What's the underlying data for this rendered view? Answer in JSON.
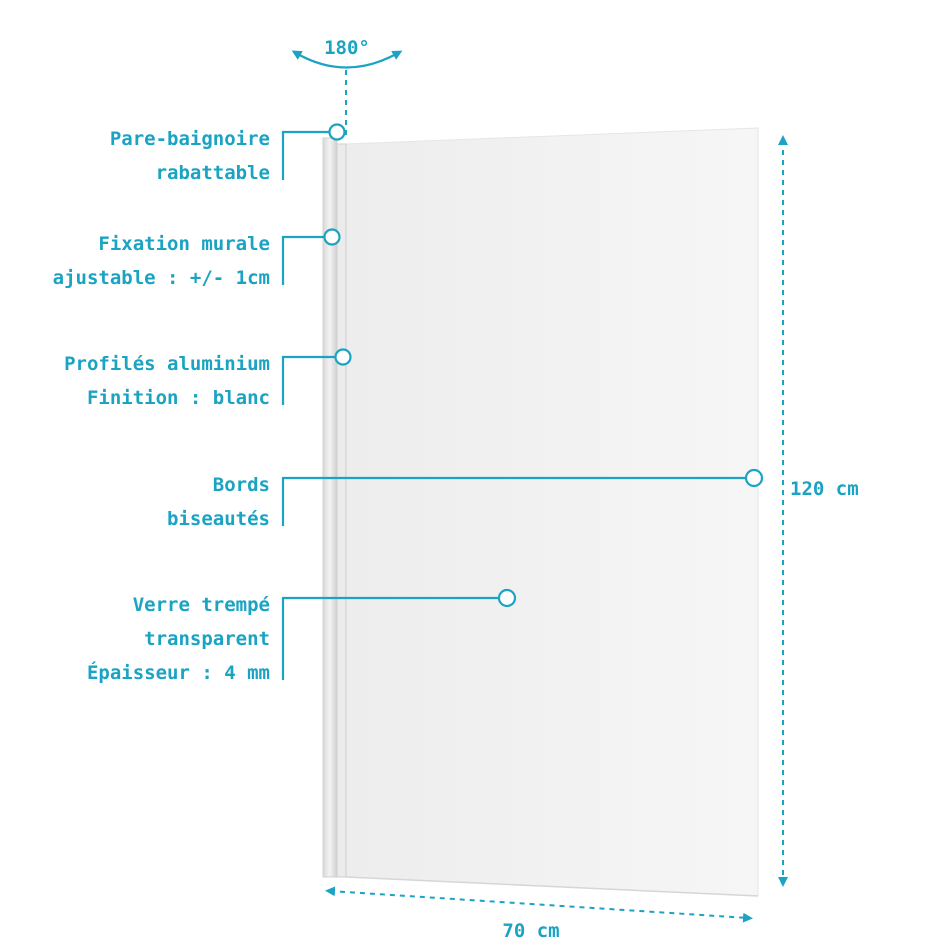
{
  "rotation": {
    "label": "180°"
  },
  "callouts": [
    {
      "lines": [
        "Pare-baignoire",
        "rabattable"
      ]
    },
    {
      "lines": [
        "Fixation murale",
        "ajustable : +/- 1cm"
      ]
    },
    {
      "lines": [
        "Profilés aluminium",
        "Finition : blanc"
      ]
    },
    {
      "lines": [
        "Bords",
        "biseautés"
      ]
    },
    {
      "lines": [
        "Verre trempé",
        "transparent",
        "Épaisseur : 4 mm"
      ]
    }
  ],
  "dimensions": {
    "height": "120 cm",
    "width": "70 cm"
  },
  "colors": {
    "accent": "#1aa3c2",
    "glass": "#f2f2f2",
    "profile": "#e2e2e2"
  }
}
